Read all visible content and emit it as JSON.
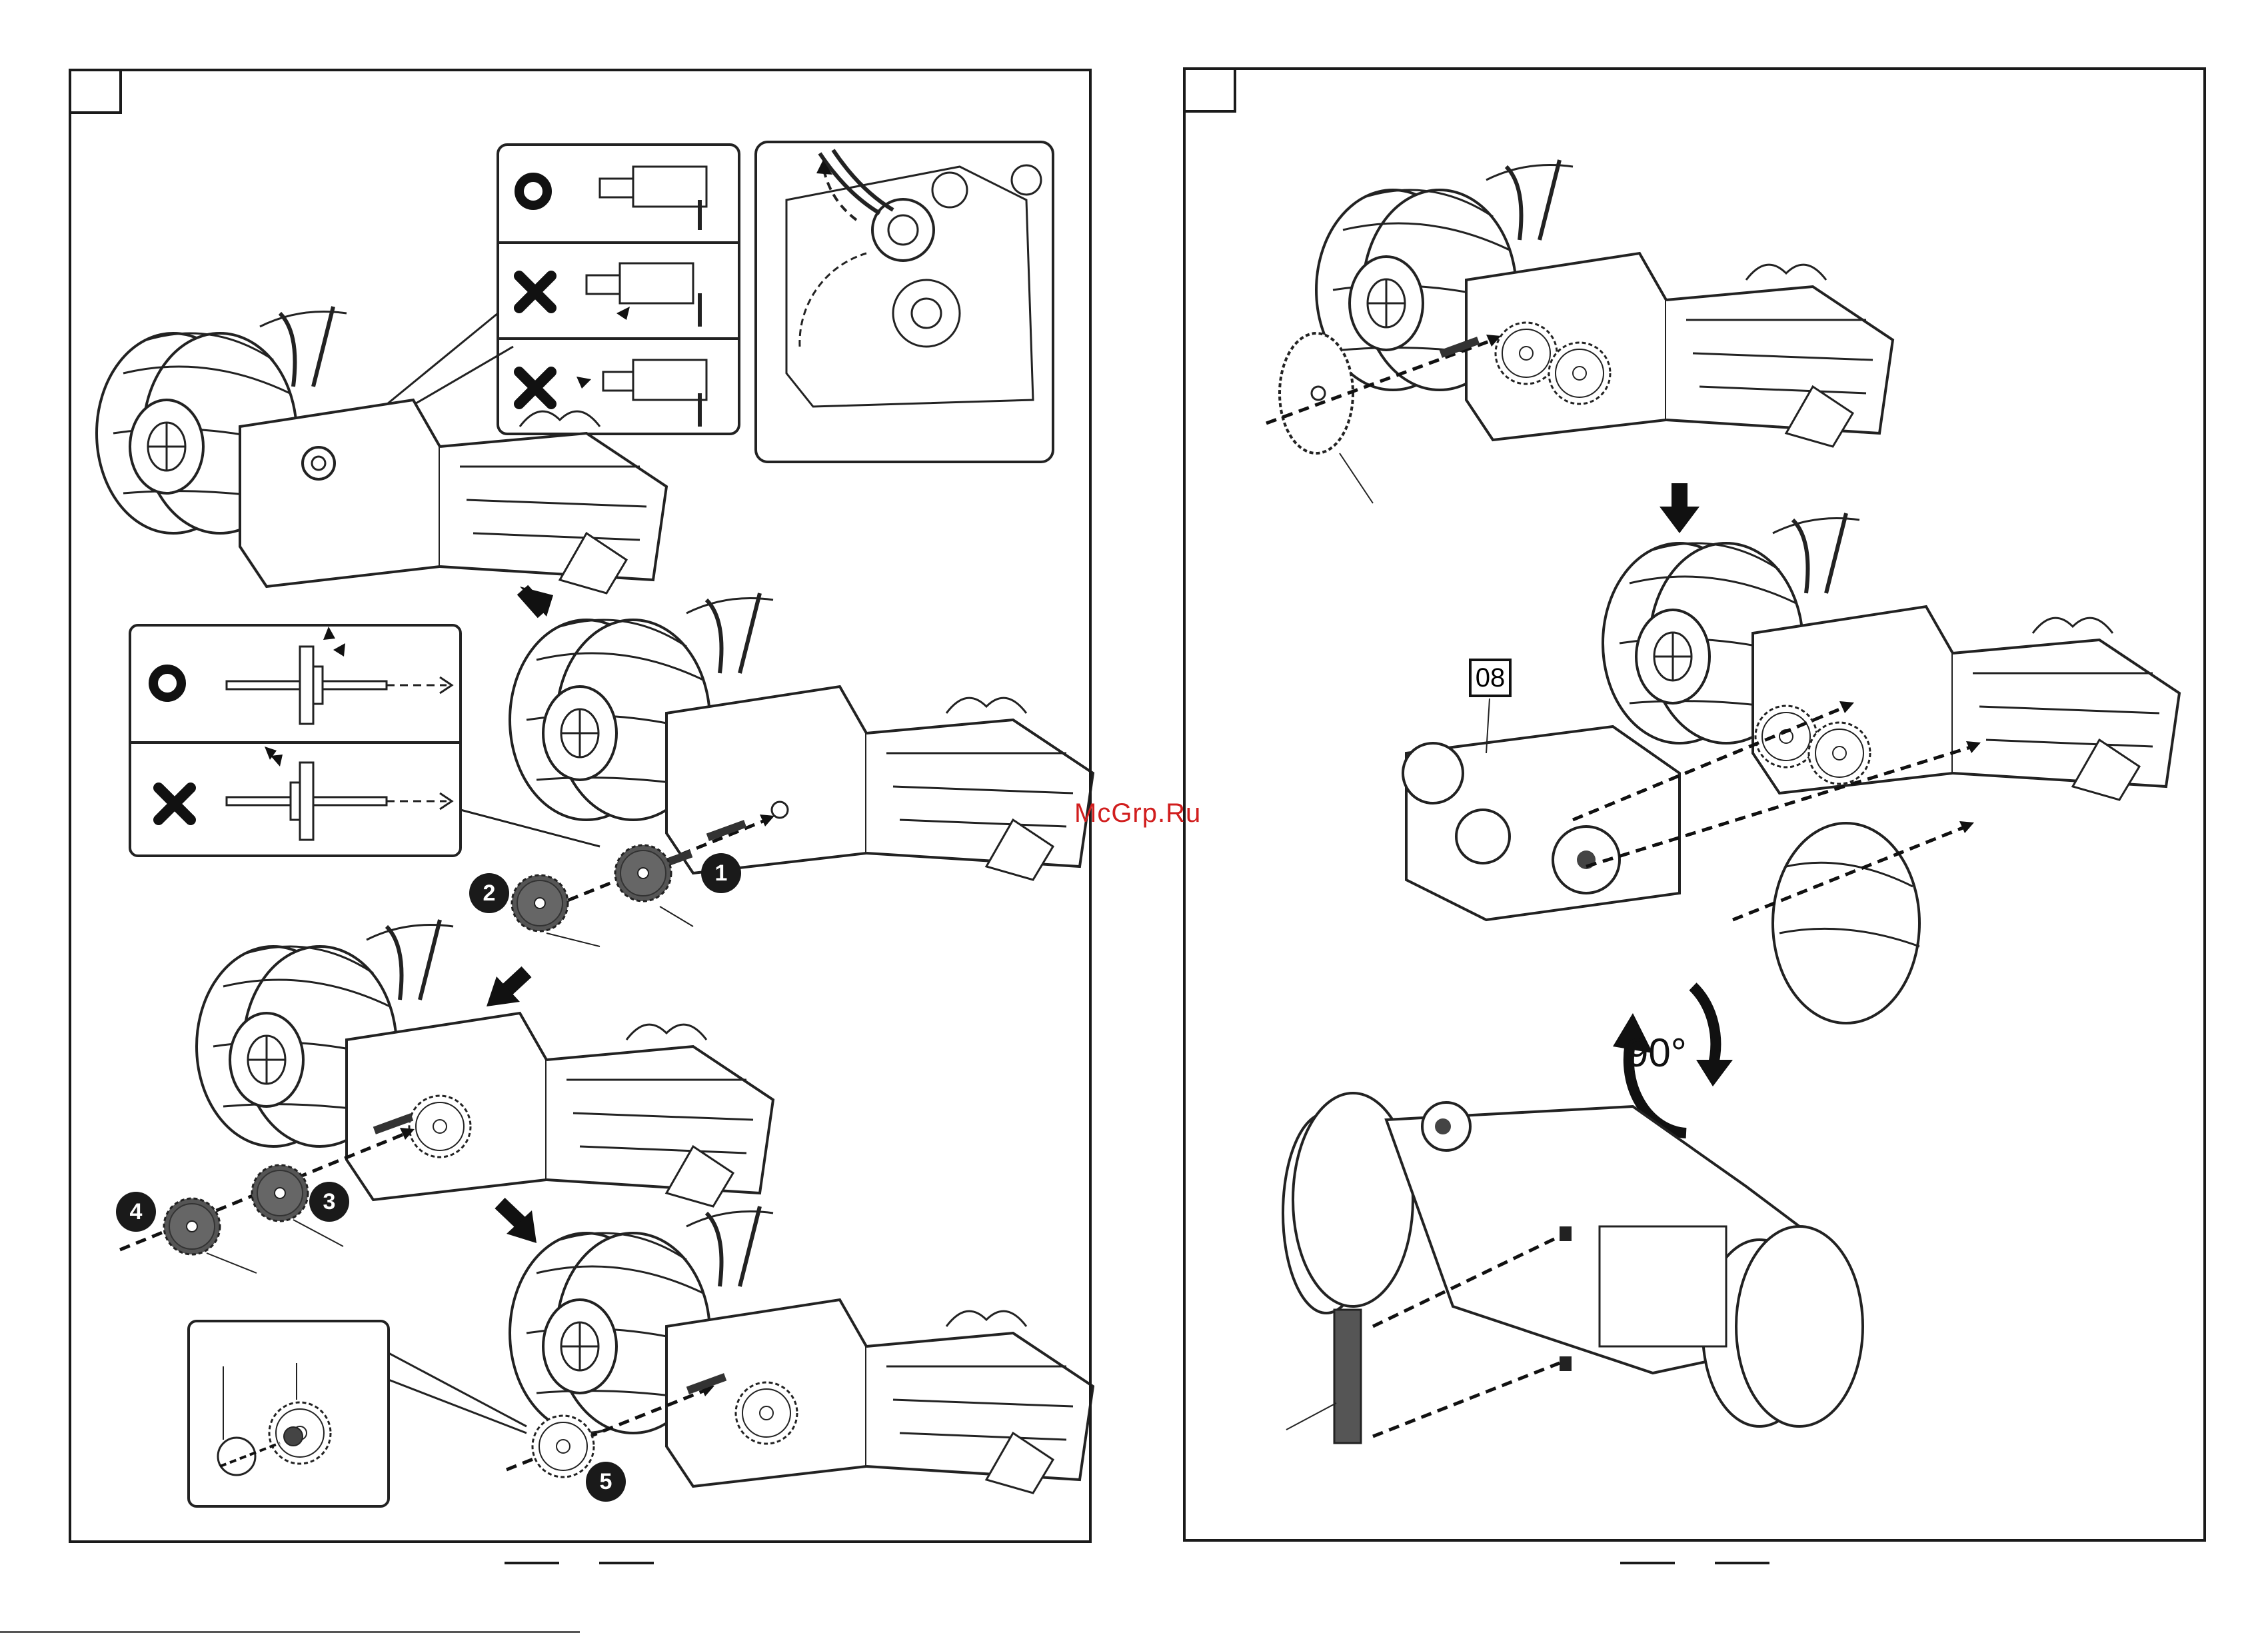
{
  "watermark": {
    "text": "McGrp.Ru",
    "color": "#d11e1e"
  },
  "left_panel": {
    "step_number": "",
    "callouts": [
      "1",
      "2",
      "3",
      "4",
      "5"
    ],
    "correct_mark_icon": "circle-o-icon",
    "wrong_mark_icon": "cross-x-icon"
  },
  "right_panel": {
    "step_number": "",
    "part_label": "08",
    "rotation_label": "90°"
  },
  "footer": {
    "left_page": "",
    "right_page": ""
  }
}
